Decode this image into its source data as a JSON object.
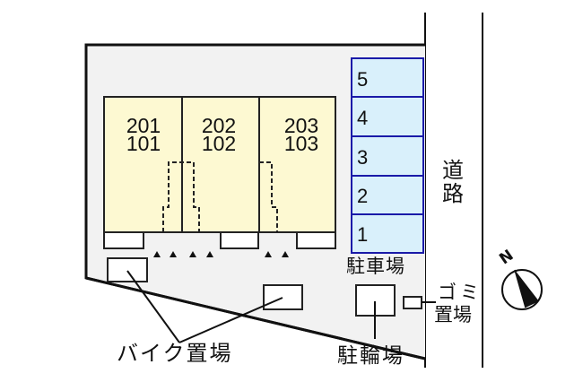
{
  "site_plan": {
    "units": [
      {
        "upper": "201",
        "lower": "101"
      },
      {
        "upper": "202",
        "lower": "102"
      },
      {
        "upper": "203",
        "lower": "103"
      }
    ],
    "parking_spaces": [
      "5",
      "4",
      "3",
      "2",
      "1"
    ],
    "labels": {
      "road": "道路",
      "road_char_1": "道",
      "road_char_2": "路",
      "parking": "駐車場",
      "bicycle_parking": "駐輪場",
      "bike_parking": "バイク置場",
      "garbage_line1": "ゴミ",
      "garbage_line2": "置場",
      "north": "N"
    },
    "colors": {
      "building_fill": "#fdf9d2",
      "parking_fill": "#d9f0fb",
      "parking_border": "#1a1aa8",
      "lot_fill": "#f2f2f2",
      "line": "#111111"
    }
  }
}
